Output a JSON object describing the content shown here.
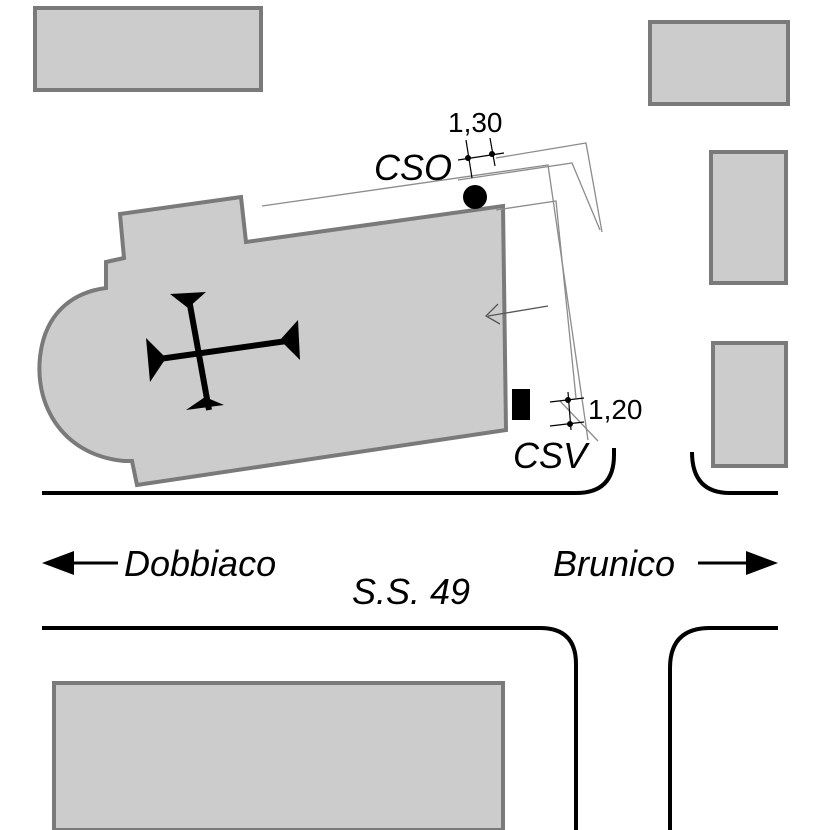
{
  "labels": {
    "cso": "CSO",
    "csv": "CSV",
    "dim_top": "1,30",
    "dim_right": "1,20",
    "west_direction": "Dobbiaco",
    "east_direction": "Brunico",
    "road": "S.S. 49"
  },
  "colors": {
    "building_fill": "#cccccc",
    "building_stroke": "#7a7a7a",
    "road_line": "#000000",
    "cable_line": "#8c8c8c"
  },
  "icons": [
    "church-cross-icon",
    "arrow-left-icon",
    "arrow-right-icon",
    "cso-marker-icon",
    "csv-marker-icon"
  ]
}
